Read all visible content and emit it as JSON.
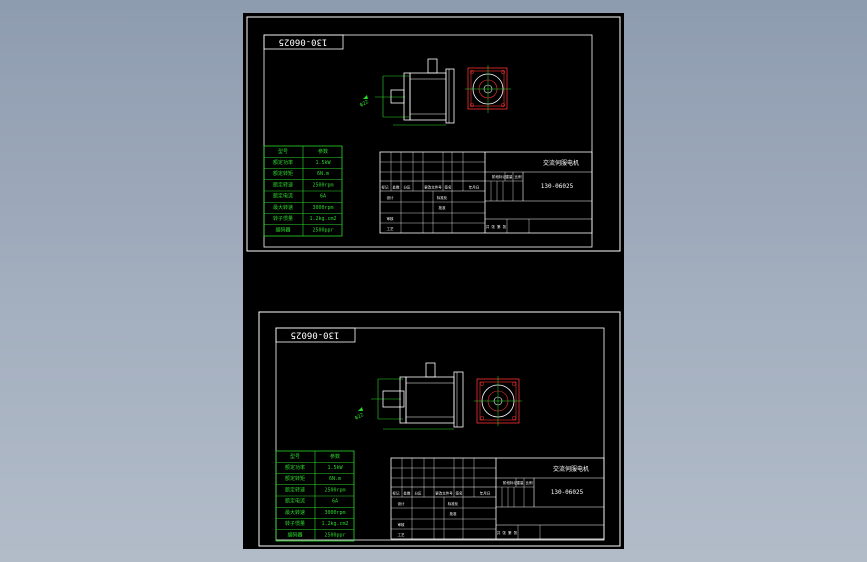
{
  "colors": {
    "background": "#000000",
    "frame": "#ffffff",
    "spec_table": "#2bd62b",
    "dimension": "#2bd62b",
    "motor_outline": "#ffffff",
    "flange_outline": "#ff3030"
  },
  "sheets": [
    {
      "model_tag": "130-06025",
      "title_block": {
        "product_name": "交流伺服电机",
        "drawing_number": "130-06025",
        "row_labels": [
          "标记",
          "处数",
          "分区",
          "更改文件号",
          "签名",
          "年月日"
        ],
        "role_labels": [
          "设计",
          "审核",
          "工艺"
        ],
        "cells": [
          "标准化",
          "批准",
          "阶段标记",
          "重量",
          "比例",
          "共 张 第 张"
        ]
      },
      "spec_table": {
        "rows": [
          [
            "型号",
            "参数"
          ],
          [
            "额定功率",
            "1.5kW"
          ],
          [
            "额定转矩",
            "6N.m"
          ],
          [
            "额定转速",
            "2500rpm"
          ],
          [
            "额定电流",
            "6A"
          ],
          [
            "最大转速",
            "3000rpm"
          ],
          [
            "转子惯量",
            "1.2kg.cm2"
          ],
          [
            "编码器",
            "2500ppr"
          ]
        ]
      }
    },
    {
      "model_tag": "130-06025",
      "title_block": {
        "product_name": "交流伺服电机",
        "drawing_number": "130-06025",
        "row_labels": [
          "标记",
          "处数",
          "分区",
          "更改文件号",
          "签名",
          "年月日"
        ],
        "role_labels": [
          "设计",
          "审核",
          "工艺"
        ],
        "cells": [
          "标准化",
          "批准",
          "阶段标记",
          "重量",
          "比例",
          "共 张 第 张"
        ]
      },
      "spec_table": {
        "rows": [
          [
            "型号",
            "参数"
          ],
          [
            "额定功率",
            "1.5kW"
          ],
          [
            "额定转矩",
            "6N.m"
          ],
          [
            "额定转速",
            "2500rpm"
          ],
          [
            "额定电流",
            "6A"
          ],
          [
            "最大转速",
            "3000rpm"
          ],
          [
            "转子惯量",
            "1.2kg.cm2"
          ],
          [
            "编码器",
            "2500ppr"
          ]
        ]
      }
    }
  ]
}
